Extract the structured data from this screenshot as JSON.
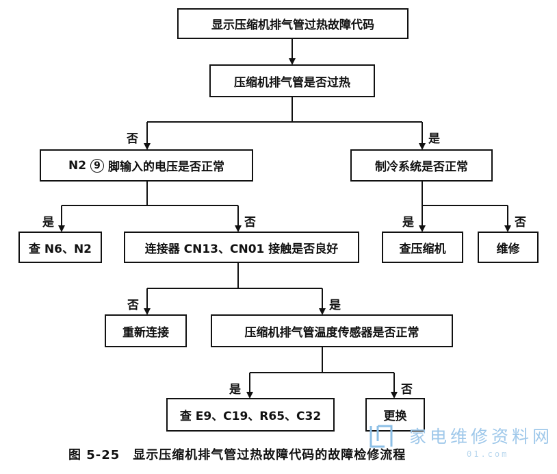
{
  "nodes": {
    "display_code": "显示压缩机排气管过热故障代码",
    "overheat_check": "压缩机排气管是否过热",
    "n2_voltage": {
      "before": "N2",
      "pin": "9",
      "after": "脚输入的电压是否正常"
    },
    "cooling_check": "制冷系统是否正常",
    "check_n6_n2": "查 N6、N2",
    "connector_check": "连接器 CN13、CN01 接触是否良好",
    "check_compressor": "查压缩机",
    "repair": "维修",
    "reconnect": "重新连接",
    "sensor_check": "压缩机排气管温度传感器是否正常",
    "check_parts": "查 E9、C19、R65、C32",
    "replace": "更换"
  },
  "labels": {
    "no": "否",
    "yes": "是"
  },
  "caption": "图 5-25　显示压缩机排气管过热故障代码的故障检修流程",
  "watermark": {
    "text": "家电维修资料网",
    "url": "01.com"
  }
}
